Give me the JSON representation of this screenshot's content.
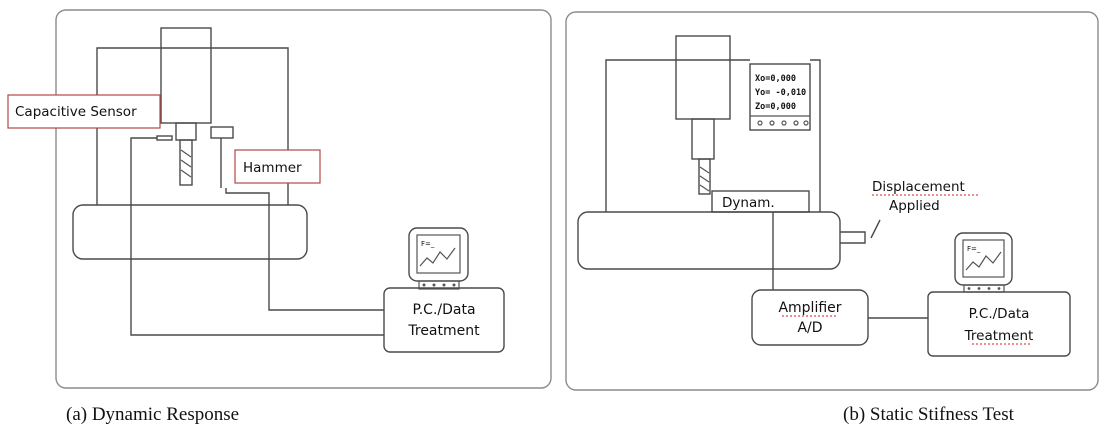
{
  "panel_a": {
    "caption": "(a) Dynamic Response",
    "sensor_label": "Capacitive Sensor",
    "hammer_label": "Hammer",
    "pc_line1": "P.C./Data",
    "pc_line2": "Treatment",
    "screen_text": "F=_"
  },
  "panel_b": {
    "caption": "(b) Static Stifness Test",
    "readout": {
      "line1": "Xo=0,000",
      "line2": "Yo= -0,010",
      "line3": "Zo=0,000"
    },
    "dynam_label": "Dynam.",
    "displacement_line1": "Displacement",
    "displacement_line2": "Applied",
    "amplifier_line1": "Amplifier",
    "amplifier_line2": "A/D",
    "pc_line1": "P.C./Data",
    "pc_line2": "Treatment",
    "screen_text": "F=_"
  },
  "colors": {
    "label_border": "#b04848",
    "spell_underline": "#d02020"
  }
}
